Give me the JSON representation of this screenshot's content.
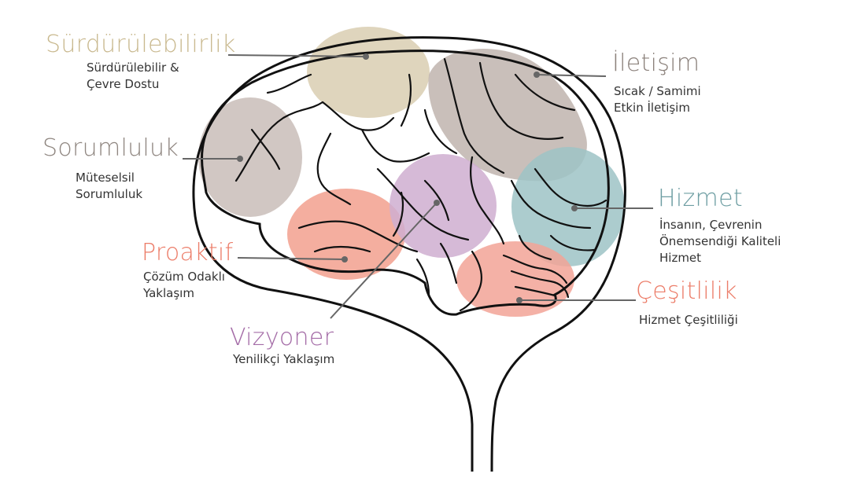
{
  "colors": {
    "sustainability": "#d9ceb1",
    "sustainability_text": "#c9b98f",
    "responsibility": "#c9bdb8",
    "responsibility_text": "#8f8680",
    "communication": "#bfb4ae",
    "communication_text": "#8b817b",
    "service": "#9ec3c6",
    "service_text": "#6e9ea3",
    "proactive": "#f2a08e",
    "proactive_text": "#ec7d69",
    "visionary": "#cfaed0",
    "visionary_text": "#a46ca7",
    "diversity": "#f2a397",
    "diversity_text": "#ec7d69",
    "outline": "#111111",
    "leader": "#666666"
  },
  "labels": {
    "sustainability": {
      "title": "Sürdürülebilirlik",
      "lines": [
        "Sürdürülebilir &",
        "Çevre Dostu"
      ]
    },
    "responsibility": {
      "title": "Sorumluluk",
      "lines": [
        "Müteselsil",
        "Sorumluluk"
      ]
    },
    "proactive": {
      "title": "Proaktif",
      "lines": [
        "Çözüm Odaklı",
        "Yaklaşım"
      ]
    },
    "visionary": {
      "title": "Vizyoner",
      "lines": [
        "Yenilikçi Yaklaşım"
      ]
    },
    "communication": {
      "title": "İletişim",
      "lines": [
        "Sıcak / Samimi",
        "Etkin İletişim"
      ]
    },
    "service": {
      "title": "Hizmet",
      "lines": [
        "İnsanın, Çevrenin",
        "Önemsendiği Kaliteli",
        "Hizmet"
      ]
    },
    "diversity": {
      "title": "Çeşitlilik",
      "lines": [
        "Hizmet Çeşitliliği"
      ]
    }
  }
}
